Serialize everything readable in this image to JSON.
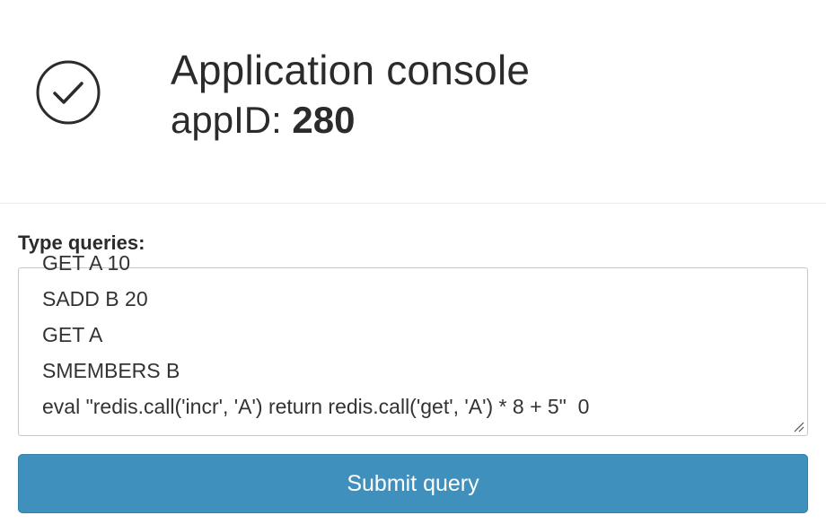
{
  "header": {
    "title": "Application console",
    "appid_label": "appID: ",
    "appid_value": "280",
    "status_icon": "check-circle-icon"
  },
  "query": {
    "label": "Type queries:",
    "lines": [
      "GET A 10",
      "SADD B 20",
      "GET A",
      "SMEMBERS B",
      "eval \"redis.call('incr', 'A') return redis.call('get', 'A') * 8 + 5\"  0"
    ]
  },
  "submit": {
    "label": "Submit query"
  },
  "colors": {
    "button": "#4090bd",
    "text": "#2b2b2b"
  }
}
